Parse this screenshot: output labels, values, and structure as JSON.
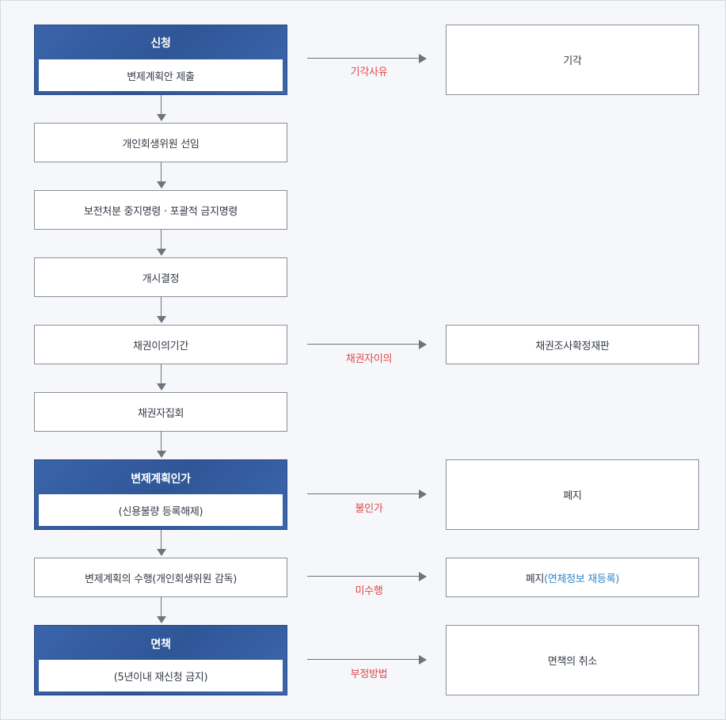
{
  "main_flow": {
    "step1_title": "신청",
    "step1_sub": "변제계획안 제출",
    "step2": "개인회생위원 선임",
    "step3": "보전처분 중지명령 · 포괄적 금지명령",
    "step4": "개시결정",
    "step5": "채권이의기간",
    "step6": "채권자집회",
    "step7_title": "변제계획인가",
    "step7_sub": "(신용불량 등록해제)",
    "step8": "변제계획의 수행(개인회생위원 감독)",
    "step9_title": "면책",
    "step9_sub": "(5년이내 재신청 금지)"
  },
  "branches": {
    "dismissal_reason": "기각사유",
    "dismissal": "기각",
    "creditor_objection": "채권자이의",
    "claim_trial": "채권조사확정재판",
    "not_approved": "불인가",
    "abolition": "폐지",
    "non_performance": "미수행",
    "abolition2_prefix": "폐지",
    "abolition2_note": "(연체정보 재등록)",
    "fraud": "부정방법",
    "discharge_cancel": "면책의 취소"
  },
  "colors": {
    "header_blue": "#3460a5",
    "edge_label_red": "#e04848",
    "note_blue": "#2f86c9",
    "arrow_gray": "#6f747b"
  }
}
